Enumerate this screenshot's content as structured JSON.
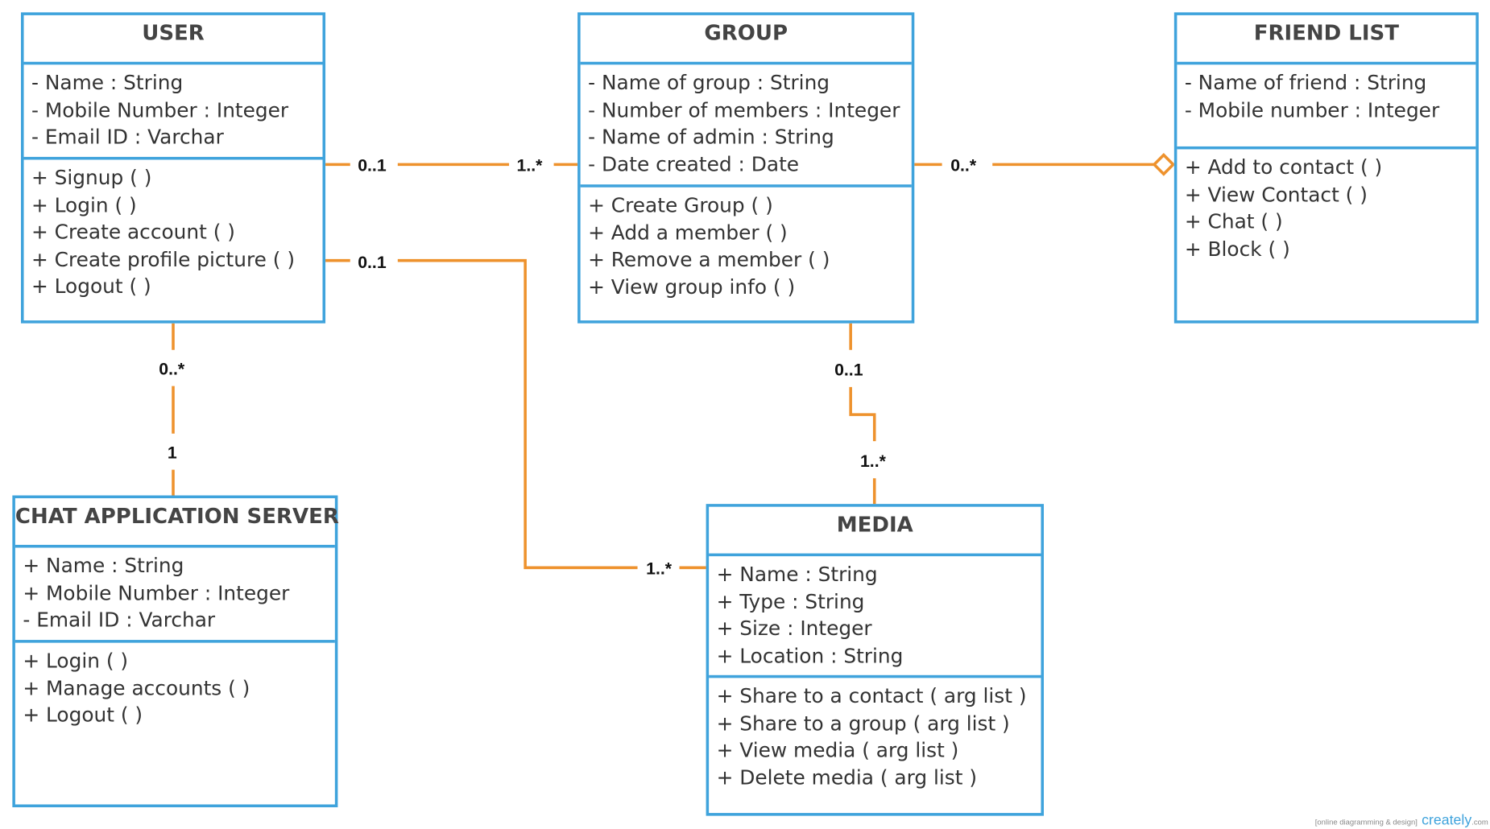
{
  "classes": {
    "user": {
      "title": "USER",
      "attributes": [
        "- Name : String",
        "- Mobile Number : Integer",
        "- Email ID : Varchar"
      ],
      "methods": [
        "+ Signup ( )",
        "+ Login ( )",
        "+ Create account ( )",
        "+ Create profile picture ( )",
        "+ Logout ( )"
      ]
    },
    "group": {
      "title": "GROUP",
      "attributes": [
        "- Name of group : String",
        "- Number of members : Integer",
        "- Name of admin : String",
        "- Date created : Date"
      ],
      "methods": [
        "+ Create Group ( )",
        "+ Add a member ( )",
        "+ Remove a member ( )",
        "+ View group info ( )"
      ]
    },
    "friend_list": {
      "title": "FRIEND LIST",
      "attributes": [
        "- Name of friend : String",
        "- Mobile number : Integer"
      ],
      "methods": [
        "+ Add to contact ( )",
        "+ View Contact ( )",
        "+ Chat ( )",
        "+ Block ( )"
      ]
    },
    "chat_server": {
      "title": "CHAT APPLICATION SERVER",
      "attributes": [
        "+ Name : String",
        "+ Mobile Number : Integer",
        "- Email ID : Varchar"
      ],
      "methods": [
        "+ Login ( )",
        "+ Manage accounts ( )",
        "+ Logout ( )"
      ]
    },
    "media": {
      "title": "MEDIA",
      "attributes": [
        "+ Name : String",
        "+ Type : String",
        "+ Size : Integer",
        "+ Location : String"
      ],
      "methods": [
        "+ Share to a contact ( arg list )",
        "+ Share to a group ( arg list )",
        "+ View media ( arg list )",
        "+ Delete media ( arg list )"
      ]
    }
  },
  "associations": {
    "user_group": {
      "from": "0..1",
      "to": "1..*"
    },
    "user_media": {
      "from": "0..1",
      "to": "1..*"
    },
    "group_friend_list": {
      "from": "0..*"
    },
    "user_chat_server": {
      "from": "0..*",
      "to": "1"
    },
    "group_media": {
      "from": "0..1",
      "to": "1..*"
    }
  },
  "colors": {
    "class_border": "#3FA3DC",
    "association_line": "#EE922D"
  },
  "watermark": {
    "tagline": "[online diagramming & design]",
    "brand": "creately",
    "brand_tld": ".com"
  }
}
